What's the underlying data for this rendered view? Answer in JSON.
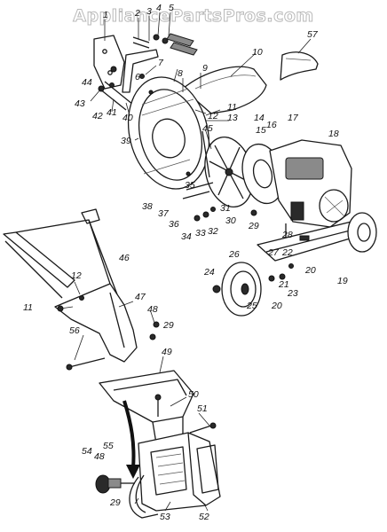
{
  "watermark": "AppliancePartsPros.com",
  "callouts": [
    {
      "id": "c1",
      "text": "1"
    },
    {
      "id": "c2",
      "text": "2"
    },
    {
      "id": "c3",
      "text": "3"
    },
    {
      "id": "c4",
      "text": "4"
    },
    {
      "id": "c5",
      "text": "5"
    },
    {
      "id": "c6",
      "text": "6"
    },
    {
      "id": "c7",
      "text": "7"
    },
    {
      "id": "c8",
      "text": "8"
    },
    {
      "id": "c9",
      "text": "9"
    },
    {
      "id": "c10",
      "text": "10"
    },
    {
      "id": "c11a",
      "text": "11"
    },
    {
      "id": "c11b",
      "text": "11"
    },
    {
      "id": "c12a",
      "text": "12"
    },
    {
      "id": "c12b",
      "text": "12"
    },
    {
      "id": "c13",
      "text": "13"
    },
    {
      "id": "c14",
      "text": "14"
    },
    {
      "id": "c15",
      "text": "15"
    },
    {
      "id": "c16",
      "text": "16"
    },
    {
      "id": "c17",
      "text": "17"
    },
    {
      "id": "c18",
      "text": "18"
    },
    {
      "id": "c19",
      "text": "19"
    },
    {
      "id": "c20a",
      "text": "20"
    },
    {
      "id": "c20b",
      "text": "20"
    },
    {
      "id": "c21",
      "text": "21"
    },
    {
      "id": "c22",
      "text": "22"
    },
    {
      "id": "c23",
      "text": "23"
    },
    {
      "id": "c24",
      "text": "24"
    },
    {
      "id": "c25",
      "text": "25"
    },
    {
      "id": "c26",
      "text": "26"
    },
    {
      "id": "c27",
      "text": "27"
    },
    {
      "id": "c28",
      "text": "28"
    },
    {
      "id": "c29a",
      "text": "29"
    },
    {
      "id": "c29b",
      "text": "29"
    },
    {
      "id": "c29c",
      "text": "29"
    },
    {
      "id": "c30",
      "text": "30"
    },
    {
      "id": "c31",
      "text": "31"
    },
    {
      "id": "c32",
      "text": "32"
    },
    {
      "id": "c33",
      "text": "33"
    },
    {
      "id": "c34",
      "text": "34"
    },
    {
      "id": "c35",
      "text": "35"
    },
    {
      "id": "c36",
      "text": "36"
    },
    {
      "id": "c37",
      "text": "37"
    },
    {
      "id": "c38",
      "text": "38"
    },
    {
      "id": "c39",
      "text": "39"
    },
    {
      "id": "c40",
      "text": "40"
    },
    {
      "id": "c41",
      "text": "41"
    },
    {
      "id": "c42",
      "text": "42"
    },
    {
      "id": "c43",
      "text": "43"
    },
    {
      "id": "c44",
      "text": "44"
    },
    {
      "id": "c45",
      "text": "45"
    },
    {
      "id": "c46",
      "text": "46"
    },
    {
      "id": "c47",
      "text": "47"
    },
    {
      "id": "c48a",
      "text": "48"
    },
    {
      "id": "c48b",
      "text": "48"
    },
    {
      "id": "c49",
      "text": "49"
    },
    {
      "id": "c50",
      "text": "50"
    },
    {
      "id": "c51",
      "text": "51"
    },
    {
      "id": "c52",
      "text": "52"
    },
    {
      "id": "c53",
      "text": "53"
    },
    {
      "id": "c54",
      "text": "54"
    },
    {
      "id": "c55",
      "text": "55"
    },
    {
      "id": "c56",
      "text": "56"
    },
    {
      "id": "c57",
      "text": "57"
    }
  ]
}
